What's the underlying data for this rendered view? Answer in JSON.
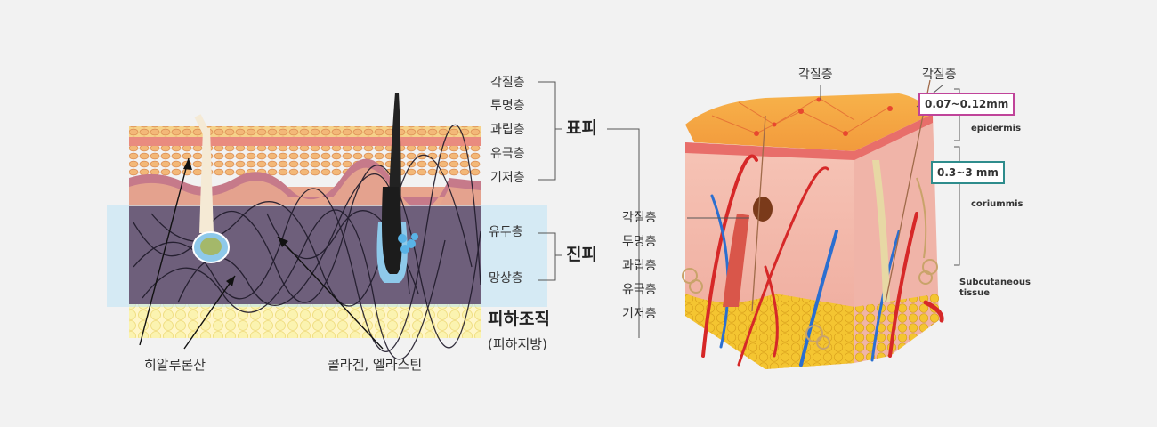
{
  "left_diagram": {
    "epidermis_layers": [
      "각질층",
      "투명층",
      "과립층",
      "유극층",
      "기저층"
    ],
    "epidermis_label": "표피",
    "dermis_layers": [
      "유두층",
      "망상층"
    ],
    "dermis_label": "진피",
    "subcutaneous_label": "피하조직",
    "subcutaneous_sub": "(피하지방)",
    "callout_hyaluronic": "히알루론산",
    "callout_collagen": "콜라겐, 엘라스틴"
  },
  "right_diagram": {
    "top_label_1": "각질층",
    "top_label_2": "각질층",
    "side_layers": [
      "각질층",
      "투명층",
      "과립층",
      "유극층",
      "기저층"
    ],
    "thickness_epidermis": "0.07~0.12mm",
    "thickness_dermis": "0.3~3 mm",
    "label_epidermis": "epidermis",
    "label_dermis": "coriummis",
    "label_subcutaneous_1": "Subcutaneous",
    "label_subcutaneous_2": "tissue"
  },
  "colors": {
    "highlight_band": "#bde3f5",
    "epidermis_box": "#c0449a",
    "dermis_box": "#2e8c8c"
  }
}
